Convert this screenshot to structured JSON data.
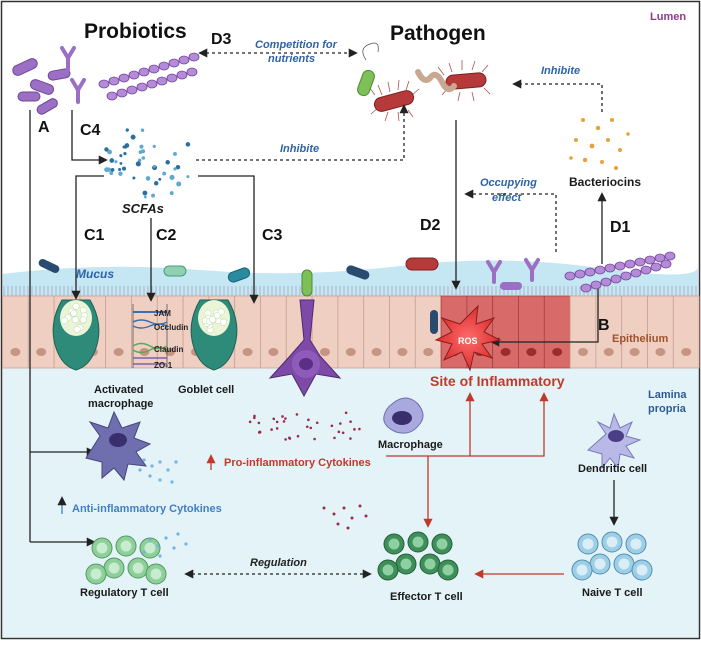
{
  "regions": {
    "lumen": "Lumen",
    "epithelium": "Epithelium",
    "lamina_propria": [
      "Lamina",
      "propria"
    ]
  },
  "headings": {
    "probiotics": "Probiotics",
    "pathogen": "Pathogen",
    "scfas": "SCFAs",
    "site_of_inflammation": "Site of Inflammatory"
  },
  "pathway_codes": {
    "a": "A",
    "b": "B",
    "c1": "C1",
    "c2": "C2",
    "c3": "C3",
    "c4": "C4",
    "d1": "D1",
    "d2": "D2",
    "d3": "D3"
  },
  "mechanisms": {
    "competition": [
      "Competition for",
      "nutrients"
    ],
    "inhibit_top": "Inhibite",
    "inhibit_mid": "Inhibite",
    "occupying": [
      "Occupying",
      "effect"
    ],
    "bacteriocins": "Bacteriocins",
    "mucus": "Mucus",
    "regulation": "Regulation"
  },
  "junctions": [
    "JAM",
    "Occludin",
    "Claudin",
    "ZO-1"
  ],
  "ros": "ROS",
  "cells": {
    "goblet": "Goblet cell",
    "activated_macrophage": [
      "Activated",
      "macrophage"
    ],
    "macrophage": "Macrophage",
    "dendritic": "Dendritic cell",
    "regulatory_t": "Regulatory T cell",
    "effector_t": "Effector T cell",
    "naive_t": "Naive T cell"
  },
  "cytokines": {
    "pro": "Pro-inflammatory Cytokines",
    "anti": "Anti-inflammatory Cytokines"
  },
  "colors": {
    "lumen_bg": "#ffffff",
    "epithelium": "#efcfc2",
    "inflamed_epithelium": "#d96a6a",
    "lamina_propria_bg": "#e4f3f8",
    "mucus": "#bfe3f2",
    "probiotic": "#9b6fc4",
    "pathogen": "#b73a3a",
    "goblet": "#2e8b7a",
    "arrow": "#222222",
    "red_arrow": "#c0392b",
    "blue_text": "#3f7fc4",
    "treg": "#8fcf9a",
    "effector": "#3f8f5a",
    "naive": "#9fcfe6"
  }
}
